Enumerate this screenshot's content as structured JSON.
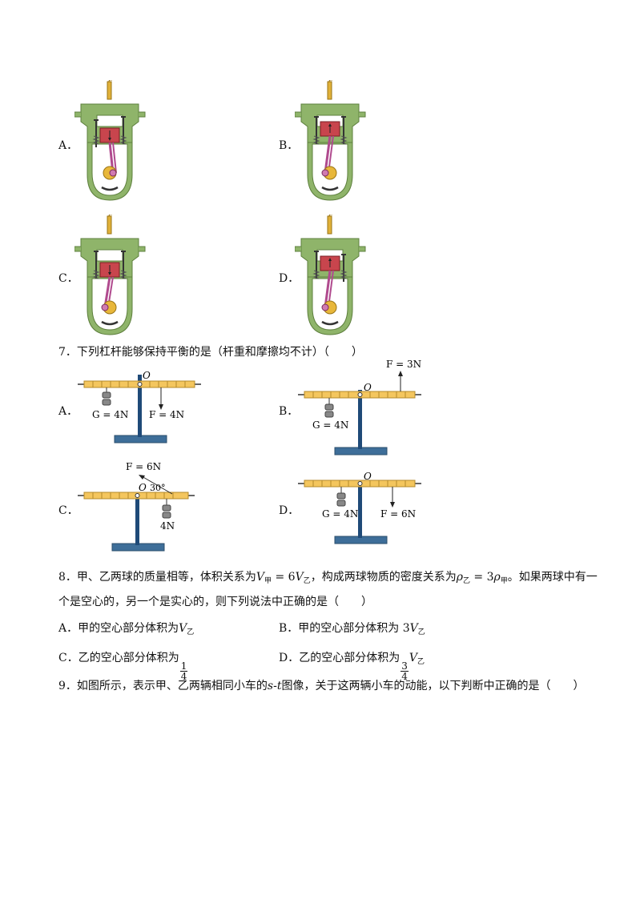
{
  "engine_options": [
    {
      "letter": "A．",
      "valve_left": "open",
      "valve_right": "closed",
      "piston": "down",
      "spark": false
    },
    {
      "letter": "B．",
      "valve_left": "closed",
      "valve_right": "closed",
      "piston": "up",
      "spark": false
    },
    {
      "letter": "C．",
      "valve_left": "closed",
      "valve_right": "closed",
      "piston": "down",
      "spark": true
    },
    {
      "letter": "D．",
      "valve_left": "closed",
      "valve_right": "open",
      "piston": "up",
      "spark": false
    }
  ],
  "q7": {
    "text": "7．下列杠杆能够保持平衡的是（杆重和摩擦均不计）（　　）",
    "options": [
      {
        "letter": "A．",
        "pivot": "O",
        "weight_label": "G = 4N",
        "force_label": "F = 4N"
      },
      {
        "letter": "B．",
        "pivot": "O",
        "weight_label": "G = 4N",
        "force_label": "F = 3N"
      },
      {
        "letter": "C．",
        "pivot": "O",
        "weight_label": "4N",
        "force_label": "F = 6N",
        "angle_label": "30°"
      },
      {
        "letter": "D．",
        "pivot": "O",
        "weight_label": "G = 4N",
        "force_label": "F = 6N"
      }
    ]
  },
  "q8": {
    "line1_a": "8．甲、乙两球的质量相等，体积关系为",
    "V": "V",
    "sub_jia": "甲",
    "sub_yi": "乙",
    "eq6": " = 6",
    "line1_b": "，构成两球物质的密度关系为",
    "rho": "ρ",
    "eq3": " = 3",
    "line1_c": "。如果两球中有一",
    "line2": "个是空心的，另一个是实心的，则下列说法中正确的是（　　）",
    "optA": "A．甲的空心部分体积为",
    "optB": "B．甲的空心部分体积为 3",
    "optC": "C．乙的空心部分体积为",
    "optD": "D．乙的空心部分体积为",
    "frac_c_num": "1",
    "frac_c_den": "4",
    "frac_d_num": "3",
    "frac_d_den": "4"
  },
  "q9": {
    "text_a": "9．如图所示，表示甲、乙两辆相同小车的",
    "st": "s-t",
    "text_b": "图像，关于这两辆小车的动能，以下判断中正确的是（　　）"
  }
}
